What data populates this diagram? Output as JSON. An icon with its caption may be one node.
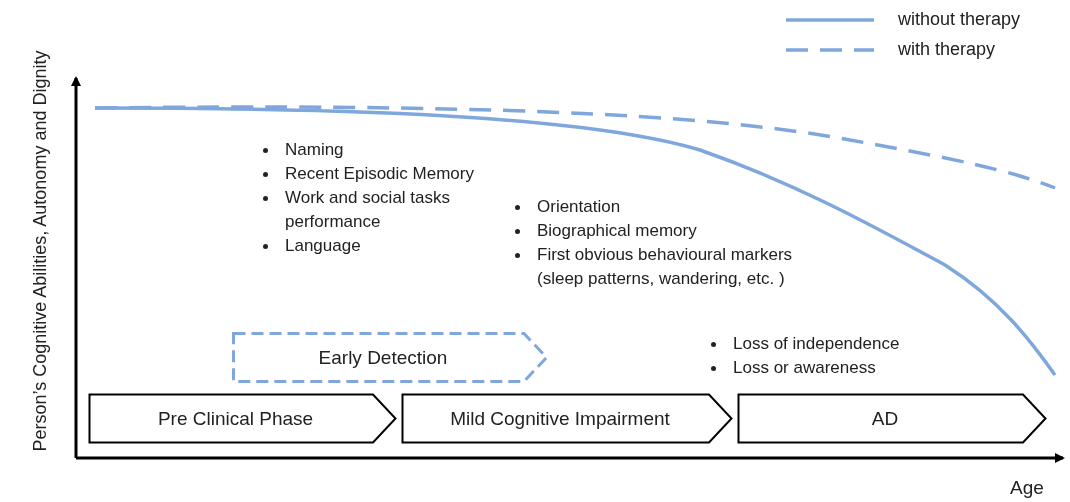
{
  "diagram": {
    "nodes": [
      {
        "text": [
          "Early Detection"
        ]
      },
      {
        "text": [
          "Pre Clinical Phase"
        ]
      },
      {
        "text": [
          "Mild Cognitive Impairment"
        ]
      },
      {
        "text": [
          "AD"
        ]
      }
    ],
    "edges": [],
    "labels": [
      "Person’s Cognitive Abilities, Autonomy and Dignity",
      "Age",
      "Naming",
      "Recent Episodic Memory",
      "Work and social tasks performance",
      "Language",
      "Orientation",
      "Biographical memory",
      "First obvious behavioural markers (sleep patterns, wandering, etc. )",
      "Loss of independence",
      "Loss or awareness"
    ],
    "legend": [
      {
        "text": "without therapy"
      },
      {
        "text": "with therapy"
      }
    ]
  }
}
